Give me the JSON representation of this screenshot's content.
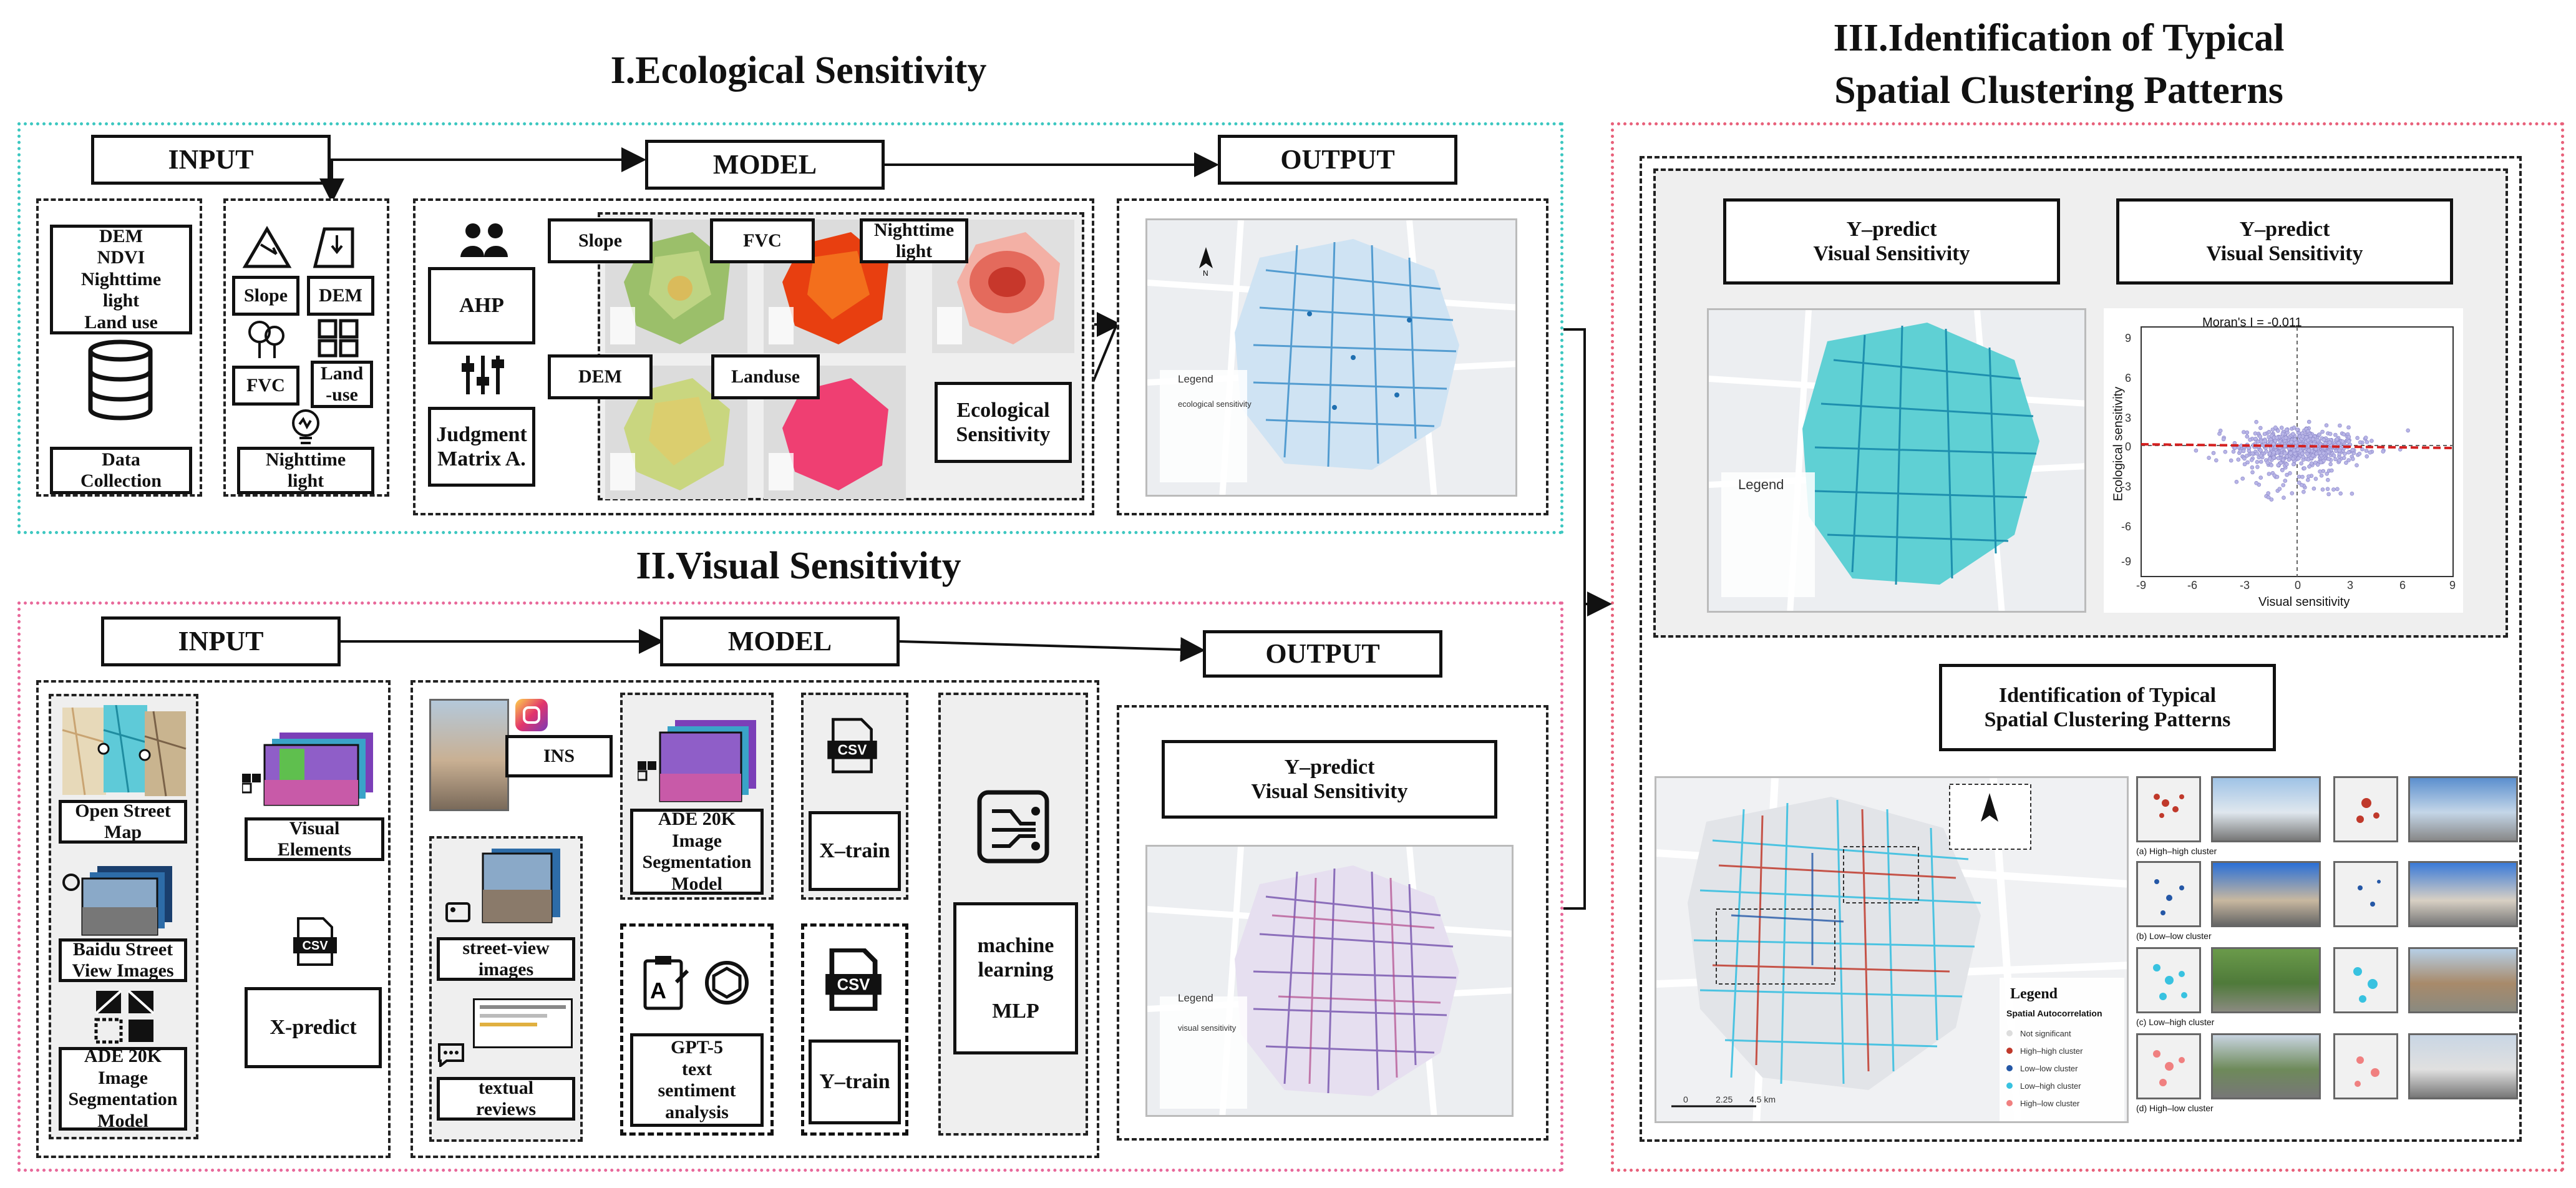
{
  "sections": {
    "eco_title": "I.Ecological Sensitivity",
    "vis_title": "II.Visual Sensitivity",
    "cluster_title_1": "III.Identification of Typical",
    "cluster_title_2": "Spatial Clustering Patterns"
  },
  "eco": {
    "input": "INPUT",
    "model": "MODEL",
    "output": "OUTPUT",
    "data_list": [
      "DEM",
      "NDVI",
      "Nighttime",
      "light",
      "Land use"
    ],
    "data_collection_1": "Data",
    "data_collection_2": "Collection",
    "slope": "Slope",
    "dem": "DEM",
    "fvc": "FVC",
    "landuse_1": "Land",
    "landuse_2": "-use",
    "nighttime_1": "Nighttime",
    "nighttime_2": "light",
    "ahp": "AHP",
    "judgment_1": "Judgment",
    "judgment_2": "Matrix A.",
    "map_slope": "Slope",
    "map_fvc": "FVC",
    "map_night_1": "Nighttime",
    "map_night_2": "light",
    "map_dem": "DEM",
    "map_landuse": "Landuse",
    "eco_sens_1": "Ecological",
    "eco_sens_2": "Sensitivity",
    "legend": "Legend",
    "legend_sub": "ecological sensitivity"
  },
  "vis": {
    "input": "INPUT",
    "model": "MODEL",
    "output": "OUTPUT",
    "osm_1": "Open Street",
    "osm_2": "Map",
    "baidu_1": "Baidu Street",
    "baidu_2": "View Images",
    "ade_1": "ADE 20K",
    "ade_2": "Image",
    "ade_3": "Segmentation",
    "ade_4": "Model",
    "visual_1": "Visual",
    "visual_2": "Elements",
    "x_predict": "X-predict",
    "ins": "INS",
    "street_1": "street-view",
    "street_2": "images",
    "textual_1": "textual",
    "textual_2": "reviews",
    "ade_m_1": "ADE 20K",
    "ade_m_2": "Image",
    "ade_m_3": "Segmentation",
    "ade_m_4": "Model",
    "gpt_1": "GPT-5",
    "gpt_2": "text",
    "gpt_3": "sentiment",
    "gpt_4": "analysis",
    "x_train": "X–train",
    "y_train": "Y–train",
    "ml_1": "machine",
    "ml_2": "learning",
    "ml_3": "MLP",
    "ypred_1": "Y–predict",
    "ypred_2": "Visual Sensitivity",
    "legend": "Legend",
    "legend_sub": "visual sensitivity"
  },
  "cluster": {
    "ypred_a_1": "Y–predict",
    "ypred_a_2": "Visual Sensitivity",
    "ypred_b_1": "Y–predict",
    "ypred_b_2": "Visual Sensitivity",
    "morans": "Moran's I = -0.011",
    "scatter_x": "Visual sensitivity",
    "scatter_y": "Ecological sensitivity",
    "x_ticks": [
      "-9",
      "-6",
      "-3",
      "0",
      "3",
      "6",
      "9"
    ],
    "y_ticks": [
      "9",
      "6",
      "3",
      "0",
      "-3",
      "-6",
      "-9"
    ],
    "legend": "Legend",
    "ident_1": "Identification of Typical",
    "ident_2": "Spatial Clustering Patterns",
    "big_legend": "Legend",
    "big_legend_sub": "Spatial Autocorrelation",
    "legend_items": [
      "Not significant",
      "High–high cluster",
      "Low–low cluster",
      "Low–high cluster",
      "High–low cluster"
    ],
    "legend_colors": [
      "#dddddd",
      "#c0392b",
      "#2457a6",
      "#38c2e0",
      "#f08080"
    ],
    "scale": [
      "0",
      "2.25",
      "4.5 km"
    ],
    "captions": [
      "(a) High–high cluster",
      "(b) Low–low cluster",
      "(c) Low–high cluster",
      "(d) High–low cluster"
    ]
  },
  "colors": {
    "eco_border": "#3cc7c0",
    "vis_border": "#e8689a",
    "cluster_border": "#e8607a"
  },
  "icons": [
    "database-icon",
    "slope-icon",
    "dem-icon",
    "fvc-tree-icon",
    "landuse-icon",
    "lightbulb-icon",
    "people-icon",
    "sliders-icon",
    "csv-icon",
    "instagram-icon",
    "chat-icon",
    "gpt-icon",
    "edit-ai-icon",
    "chip-icon",
    "north-arrow-icon",
    "grid-icon"
  ]
}
